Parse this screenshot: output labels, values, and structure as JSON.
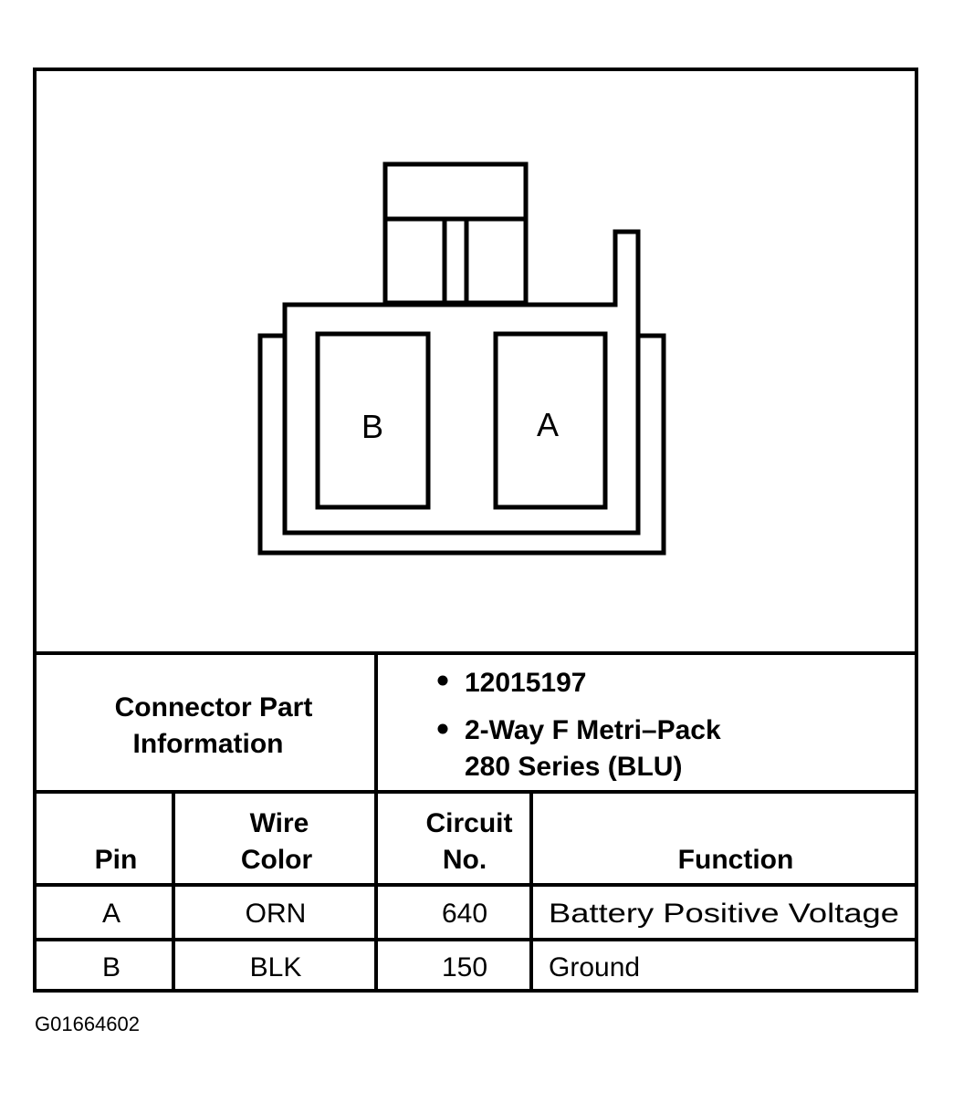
{
  "connector": {
    "pin_labels": [
      "B",
      "A"
    ]
  },
  "part_info": {
    "label_lines": [
      "Connector Part",
      "Information"
    ],
    "part_number": "12015197",
    "description_lines": [
      "2-Way F Metri–Pack",
      "280 Series (BLU)"
    ]
  },
  "pin_table": {
    "headers": {
      "pin": [
        "Pin"
      ],
      "wire_color": [
        "Wire",
        "Color"
      ],
      "circuit_no": [
        "Circuit",
        "No."
      ],
      "function": [
        "Function"
      ]
    },
    "rows": [
      {
        "pin": "A",
        "wire_color": "ORN",
        "circuit_no": "640",
        "function": "Battery Positive Voltage"
      },
      {
        "pin": "B",
        "wire_color": "BLK",
        "circuit_no": "150",
        "function": "Ground"
      }
    ]
  },
  "figure_id": "G01664602",
  "colors": {
    "ink": "#000000",
    "paper": "#ffffff"
  }
}
